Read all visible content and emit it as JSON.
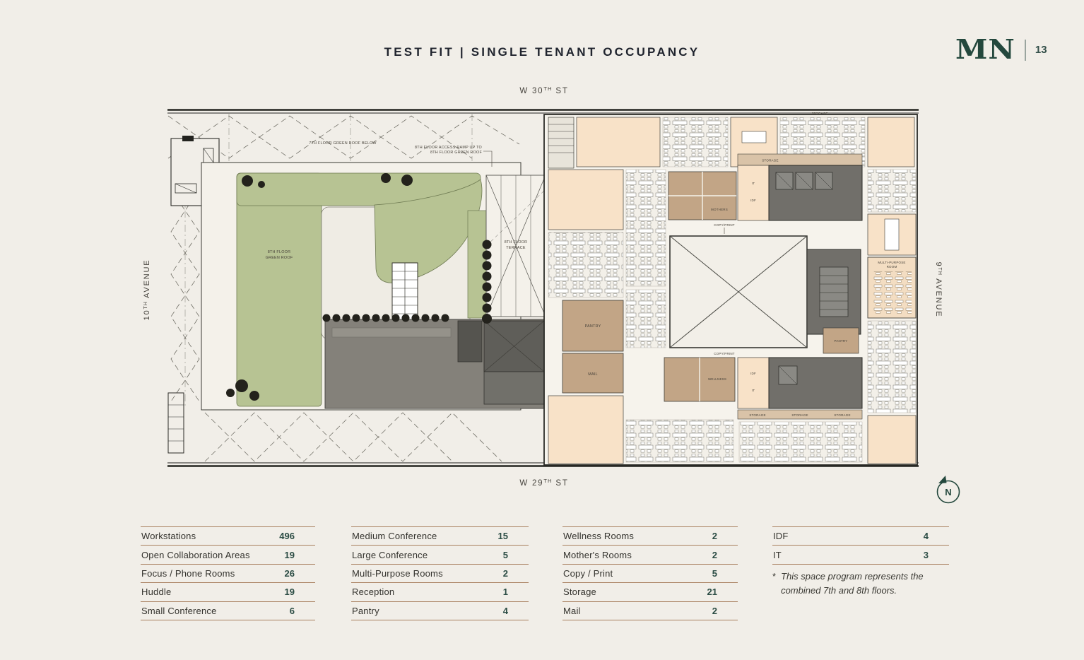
{
  "page": {
    "title": "TEST FIT | SINGLE TENANT OCCUPANCY",
    "logo_text": "MN",
    "page_number": "13"
  },
  "streets": {
    "top": {
      "pre": "W 30",
      "sup": "TH",
      "post": " ST"
    },
    "bottom": {
      "pre": "W 29",
      "sup": "TH",
      "post": " ST"
    },
    "left": {
      "pre": "10",
      "sup": "TH",
      "post": " AVENUE"
    },
    "right": {
      "pre": "9",
      "sup": "TH",
      "post": " AVENUE"
    }
  },
  "compass": {
    "label": "N"
  },
  "plan": {
    "labels": {
      "roof_below": "7TH FLOOR GREEN ROOF BELOW",
      "ramp1": "8TH FLOOR ACCESS RAMP UP TO",
      "ramp2": "8TH FLOOR GREEN ROOF",
      "green1": "8TH FLOOR",
      "green2": "GREEN ROOF",
      "terr1": "8TH FLOOR",
      "terr2": "TERRACE",
      "storage": "STORAGE",
      "it": "IT",
      "idf": "IDF",
      "mothers": "MOTHERS",
      "copyprint": "COPY/PRINT",
      "pantry": "PANTRY",
      "mail": "MAIL",
      "wellness": "WELLNESS",
      "multi1": "MULTI-PURPOSE",
      "multi2": "ROOM"
    }
  },
  "tables": [
    {
      "rows": [
        {
          "label": "Workstations",
          "value": "496"
        },
        {
          "label": "Open Collaboration Areas",
          "value": "19"
        },
        {
          "label": "Focus / Phone Rooms",
          "value": "26"
        },
        {
          "label": "Huddle",
          "value": "19"
        },
        {
          "label": "Small Conference",
          "value": "6"
        }
      ]
    },
    {
      "rows": [
        {
          "label": "Medium Conference",
          "value": "15"
        },
        {
          "label": "Large Conference",
          "value": "5"
        },
        {
          "label": "Multi-Purpose Rooms",
          "value": "2"
        },
        {
          "label": "Reception",
          "value": "1"
        },
        {
          "label": "Pantry",
          "value": "4"
        }
      ]
    },
    {
      "rows": [
        {
          "label": "Wellness Rooms",
          "value": "2"
        },
        {
          "label": "Mother's Rooms",
          "value": "2"
        },
        {
          "label": "Copy / Print",
          "value": "5"
        },
        {
          "label": "Storage",
          "value": "21"
        },
        {
          "label": "Mail",
          "value": "2"
        }
      ]
    },
    {
      "rows": [
        {
          "label": "IDF",
          "value": "4"
        },
        {
          "label": "IT",
          "value": "3"
        }
      ]
    }
  ],
  "footnote": {
    "marker": "*",
    "text": "This space program represents the combined 7th and 8th floors."
  },
  "colors": {
    "accent_green": "#24483d",
    "value_green": "#2b4c44",
    "rule_brown": "#a87f5e",
    "roof_green": "#b7c393",
    "room_peach": "#f8e2c8",
    "room_tan": "#c2a586",
    "core_gray": "#716f6a"
  }
}
